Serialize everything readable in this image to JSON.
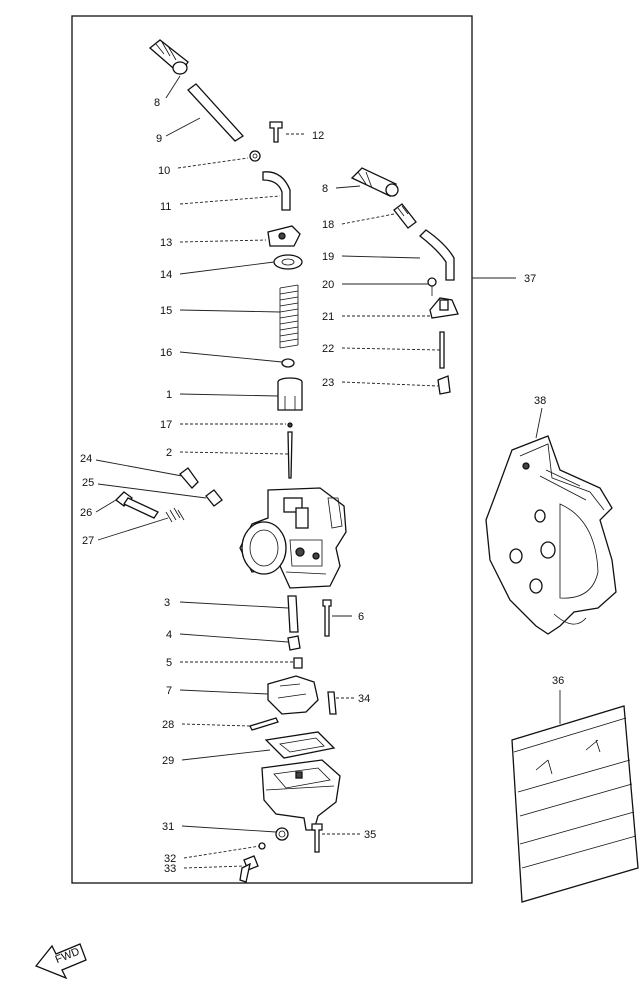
{
  "callouts": [
    {
      "id": "c8a",
      "text": "8"
    },
    {
      "id": "c9",
      "text": "9"
    },
    {
      "id": "c12",
      "text": "12"
    },
    {
      "id": "c10",
      "text": "10"
    },
    {
      "id": "c11",
      "text": "11"
    },
    {
      "id": "c13",
      "text": "13"
    },
    {
      "id": "c14",
      "text": "14"
    },
    {
      "id": "c15",
      "text": "15"
    },
    {
      "id": "c16",
      "text": "16"
    },
    {
      "id": "c1",
      "text": "1"
    },
    {
      "id": "c17",
      "text": "17"
    },
    {
      "id": "c2",
      "text": "2"
    },
    {
      "id": "c8b",
      "text": "8"
    },
    {
      "id": "c18",
      "text": "18"
    },
    {
      "id": "c19",
      "text": "19"
    },
    {
      "id": "c37",
      "text": "37"
    },
    {
      "id": "c20",
      "text": "20"
    },
    {
      "id": "c21",
      "text": "21"
    },
    {
      "id": "c22",
      "text": "22"
    },
    {
      "id": "c23",
      "text": "23"
    },
    {
      "id": "c38",
      "text": "38"
    },
    {
      "id": "c24",
      "text": "24"
    },
    {
      "id": "c25",
      "text": "25"
    },
    {
      "id": "c26",
      "text": "26"
    },
    {
      "id": "c27",
      "text": "27"
    },
    {
      "id": "c3",
      "text": "3"
    },
    {
      "id": "c6",
      "text": "6"
    },
    {
      "id": "c4",
      "text": "4"
    },
    {
      "id": "c5",
      "text": "5"
    },
    {
      "id": "c7",
      "text": "7"
    },
    {
      "id": "c34",
      "text": "34"
    },
    {
      "id": "c28",
      "text": "28"
    },
    {
      "id": "c36",
      "text": "36"
    },
    {
      "id": "c29",
      "text": "29"
    },
    {
      "id": "c31",
      "text": "31"
    },
    {
      "id": "c32",
      "text": "32"
    },
    {
      "id": "c35",
      "text": "35"
    },
    {
      "id": "c33",
      "text": "33"
    }
  ],
  "fwd_label": "FWD",
  "colors": {
    "ink": "#111111",
    "paper": "#ffffff"
  }
}
